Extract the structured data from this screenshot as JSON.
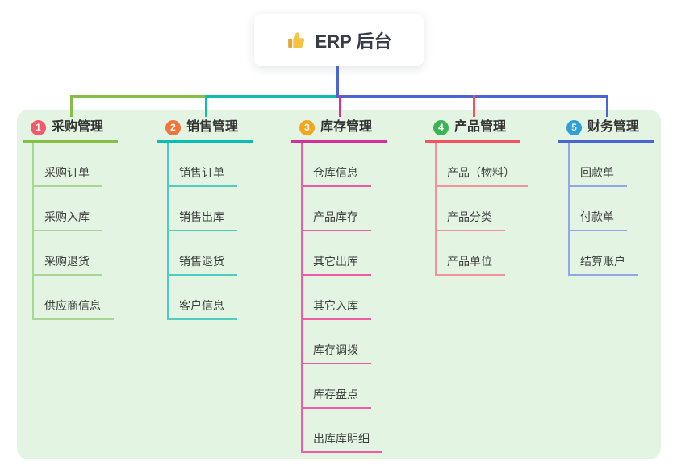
{
  "root": {
    "title": "ERP 后台",
    "icon": "thumbs-up-icon"
  },
  "colors": {
    "page_background": "#ffffff",
    "backdrop": "#e3f5e2",
    "root_line": "#4a66d2",
    "label_text": "#333333",
    "child_text": "#3e3e3e",
    "root_text": "#373c47",
    "thumb_hand": "#f6c445",
    "thumb_sleeve": "#e2a63c"
  },
  "branches": [
    {
      "number": "1",
      "label": "采购管理",
      "badge_color": "#f3596b",
      "color": "#85bf46",
      "child_color": "#a9d693",
      "children": [
        "采购订单",
        "采购入库",
        "采购退货",
        "供应商信息"
      ]
    },
    {
      "number": "2",
      "label": "销售管理",
      "badge_color": "#f0743b",
      "color": "#0dbdb1",
      "child_color": "#52cbc0",
      "children": [
        "销售订单",
        "销售出库",
        "销售退货",
        "客户信息"
      ]
    },
    {
      "number": "3",
      "label": "库存管理",
      "badge_color": "#f6a51f",
      "color": "#d3309a",
      "child_color": "#ee5ba6",
      "children": [
        "仓库信息",
        "产品库存",
        "其它出库",
        "其它入库",
        "库存调拨",
        "库存盘点",
        "出库库明细"
      ]
    },
    {
      "number": "4",
      "label": "产品管理",
      "badge_color": "#3bb254",
      "color": "#f2535e",
      "child_color": "#f2929b",
      "children": [
        "产品（物料）",
        "产品分类",
        "产品单位"
      ]
    },
    {
      "number": "5",
      "label": "财务管理",
      "badge_color": "#2f9fd8",
      "color": "#4766d3",
      "child_color": "#92a7e6",
      "children": [
        "回款单",
        "付款单",
        "结算账户"
      ]
    }
  ]
}
